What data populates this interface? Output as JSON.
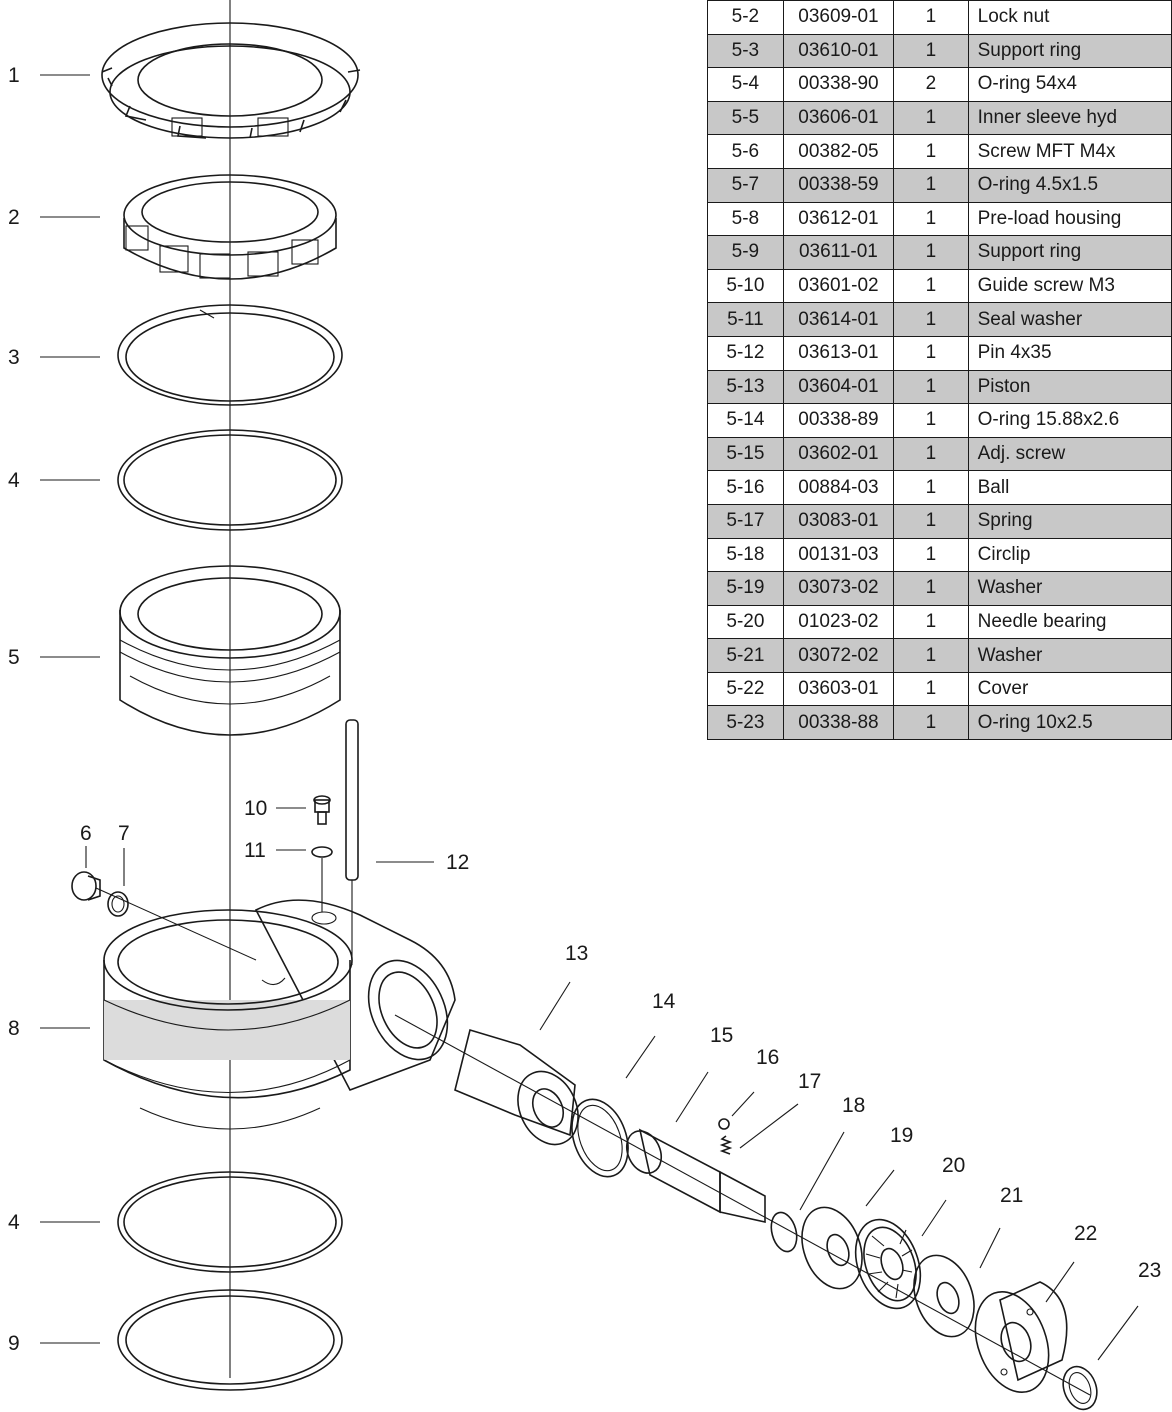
{
  "colors": {
    "ink": "#1a1a1a",
    "row_shade": "#c8c8c8",
    "part_fill": "#ffffff",
    "band_fill": "#dcdcdc"
  },
  "parts_table": {
    "rows": [
      {
        "pos": "5-2",
        "part_no": "03609-01",
        "qty": "1",
        "desc": "Lock nut",
        "shaded": false
      },
      {
        "pos": "5-3",
        "part_no": "03610-01",
        "qty": "1",
        "desc": "Support ring",
        "shaded": true
      },
      {
        "pos": "5-4",
        "part_no": "00338-90",
        "qty": "2",
        "desc": "O-ring 54x4",
        "shaded": false
      },
      {
        "pos": "5-5",
        "part_no": "03606-01",
        "qty": "1",
        "desc": "Inner sleeve hyd",
        "shaded": true
      },
      {
        "pos": "5-6",
        "part_no": "00382-05",
        "qty": "1",
        "desc": "Screw MFT M4x",
        "shaded": false
      },
      {
        "pos": "5-7",
        "part_no": "00338-59",
        "qty": "1",
        "desc": "O-ring 4.5x1.5",
        "shaded": true
      },
      {
        "pos": "5-8",
        "part_no": "03612-01",
        "qty": "1",
        "desc": "Pre-load housing",
        "shaded": false
      },
      {
        "pos": "5-9",
        "part_no": "03611-01",
        "qty": "1",
        "desc": "Support ring",
        "shaded": true
      },
      {
        "pos": "5-10",
        "part_no": "03601-02",
        "qty": "1",
        "desc": "Guide screw M3",
        "shaded": false
      },
      {
        "pos": "5-11",
        "part_no": "03614-01",
        "qty": "1",
        "desc": "Seal washer",
        "shaded": true
      },
      {
        "pos": "5-12",
        "part_no": "03613-01",
        "qty": "1",
        "desc": "Pin 4x35",
        "shaded": false
      },
      {
        "pos": "5-13",
        "part_no": "03604-01",
        "qty": "1",
        "desc": "Piston",
        "shaded": true
      },
      {
        "pos": "5-14",
        "part_no": "00338-89",
        "qty": "1",
        "desc": "O-ring 15.88x2.6",
        "shaded": false
      },
      {
        "pos": "5-15",
        "part_no": "03602-01",
        "qty": "1",
        "desc": "Adj. screw",
        "shaded": true
      },
      {
        "pos": "5-16",
        "part_no": "00884-03",
        "qty": "1",
        "desc": "Ball",
        "shaded": false
      },
      {
        "pos": "5-17",
        "part_no": "03083-01",
        "qty": "1",
        "desc": "Spring",
        "shaded": true
      },
      {
        "pos": "5-18",
        "part_no": "00131-03",
        "qty": "1",
        "desc": "Circlip",
        "shaded": false
      },
      {
        "pos": "5-19",
        "part_no": "03073-02",
        "qty": "1",
        "desc": "Washer",
        "shaded": true
      },
      {
        "pos": "5-20",
        "part_no": "01023-02",
        "qty": "1",
        "desc": "Needle bearing",
        "shaded": false
      },
      {
        "pos": "5-21",
        "part_no": "03072-02",
        "qty": "1",
        "desc": "Washer",
        "shaded": true
      },
      {
        "pos": "5-22",
        "part_no": "03603-01",
        "qty": "1",
        "desc": "Cover",
        "shaded": false
      },
      {
        "pos": "5-23",
        "part_no": "00338-88",
        "qty": "1",
        "desc": "O-ring 10x2.5",
        "shaded": true
      }
    ]
  },
  "callouts": {
    "c1": "1",
    "c2": "2",
    "c3": "3",
    "c4a": "4",
    "c5": "5",
    "c6": "6",
    "c7": "7",
    "c8": "8",
    "c4b": "4",
    "c9": "9",
    "c10": "10",
    "c11": "11",
    "c12": "12",
    "c13": "13",
    "c14": "14",
    "c15": "15",
    "c16": "16",
    "c17": "17",
    "c18": "18",
    "c19": "19",
    "c20": "20",
    "c21": "21",
    "c22": "22",
    "c23": "23"
  }
}
